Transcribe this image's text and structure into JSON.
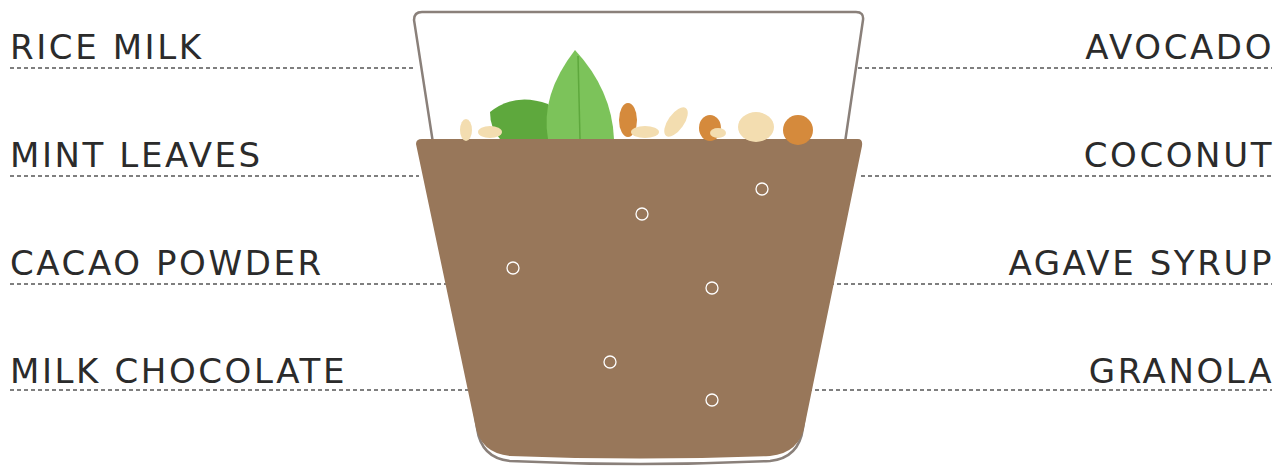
{
  "diagram": {
    "labels": [
      "RICE MILK",
      "MINT LEAVES",
      "CACAO POWDER",
      "MILK CHOCOLATE",
      "AVOCADO",
      "COCONUT",
      "AGAVE SYRUP",
      "GRANOLA"
    ]
  }
}
